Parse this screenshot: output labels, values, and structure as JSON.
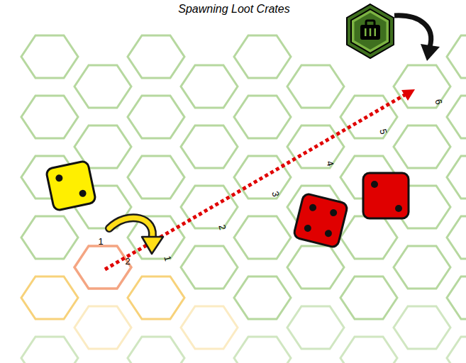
{
  "diagram": {
    "title": "Spawning Loot Crates",
    "labels": [
      "1",
      "2",
      "1",
      "2",
      "3",
      "4",
      "5",
      "6"
    ]
  }
}
